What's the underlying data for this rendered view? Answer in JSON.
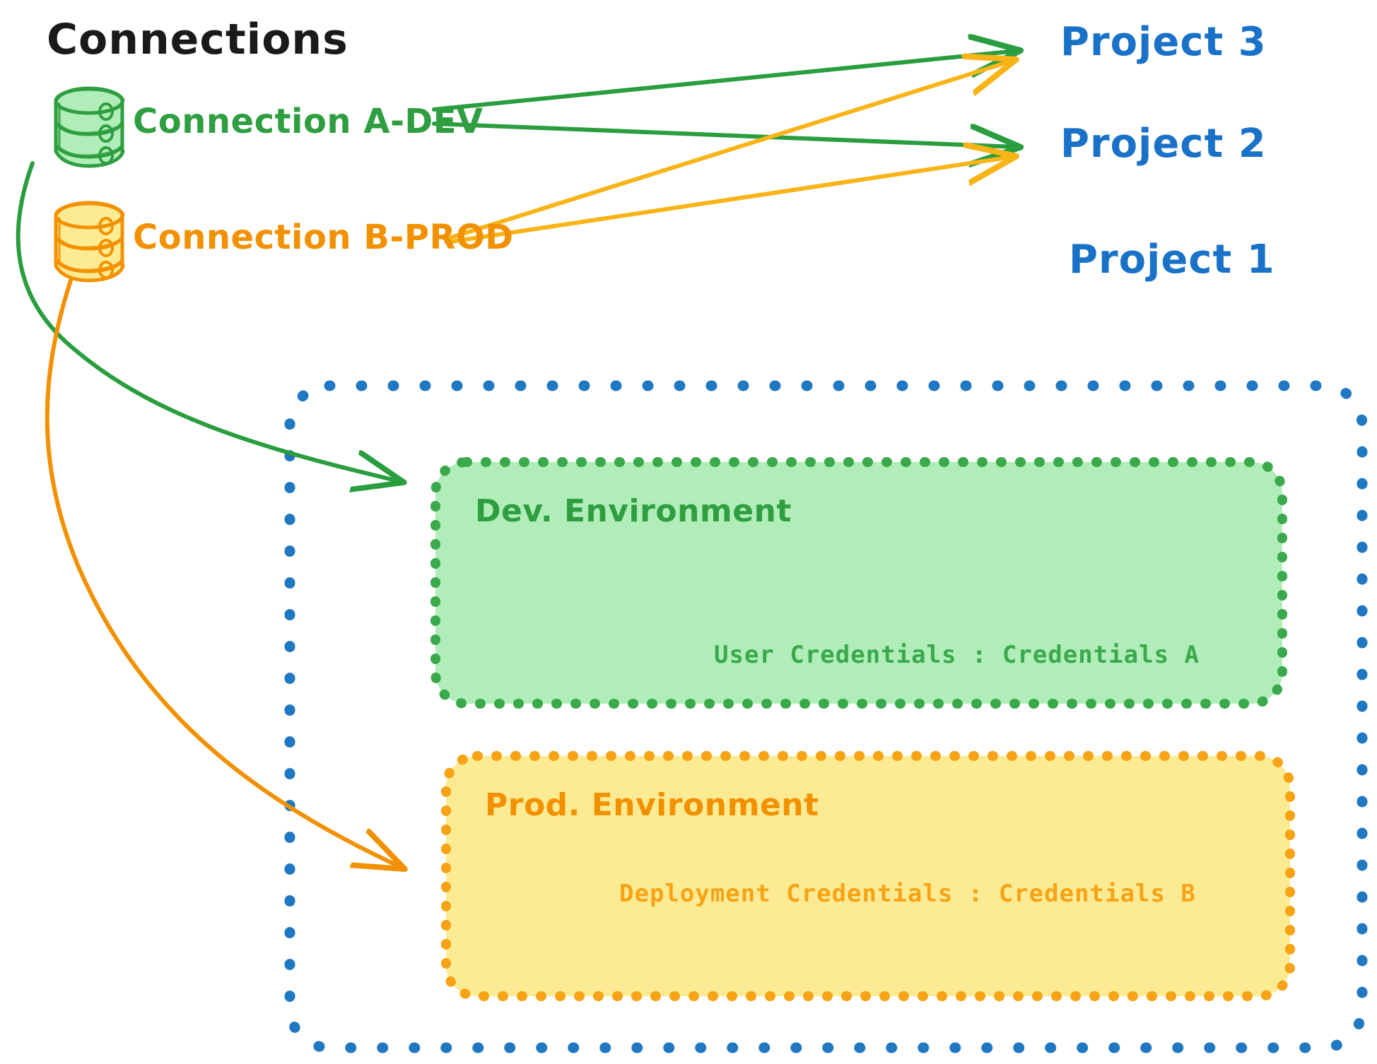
{
  "diagram": {
    "title": "Connections",
    "background": "#ffffff"
  },
  "colors": {
    "green_stroke": "#2f9e41",
    "green_fill": "#b0edb8",
    "green_dot": "#3aa94c",
    "orange_stroke": "#f29100",
    "orange_fill": "#fdeb94",
    "orange_dot": "#f7a315",
    "blue_text": "#1a72c8",
    "blue_dot": "#1f78c1",
    "black_text": "#1a1a1a",
    "arrow_green": "#2a9d3f",
    "arrow_orange": "#f9b418"
  },
  "connections": [
    {
      "id": "a-dev",
      "label": "Connection A-DEV",
      "color": "#2f9e41",
      "icon": "database-icon"
    },
    {
      "id": "b-prod",
      "label": "Connection B-PROD",
      "color": "#f29100",
      "icon": "database-icon"
    }
  ],
  "projects": [
    {
      "id": "project-3",
      "label": "Project 3"
    },
    {
      "id": "project-2",
      "label": "Project 2"
    },
    {
      "id": "project-1",
      "label": "Project 1"
    }
  ],
  "project_one": {
    "label": "Project 1",
    "environments": [
      {
        "id": "dev",
        "title": "Dev. Environment",
        "credentials_label": "User Credentials",
        "credentials_separator": ":",
        "credentials_value": "Credentials A",
        "credentials_full": "User Credentials : Credentials A",
        "color": "#2f9e41",
        "fill": "#b0edb8"
      },
      {
        "id": "prod",
        "title": "Prod. Environment",
        "credentials_label": "Deployment Credentials",
        "credentials_separator": ":",
        "credentials_value": "Credentials B",
        "credentials_full": "Deployment Credentials : Credentials B",
        "color": "#f29100",
        "fill": "#fdeb94"
      }
    ]
  },
  "edges": [
    {
      "from": "a-dev",
      "to": "project-3",
      "color": "#2a9d3f",
      "style": "straight-arrow"
    },
    {
      "from": "a-dev",
      "to": "project-2",
      "color": "#2a9d3f",
      "style": "straight-arrow"
    },
    {
      "from": "b-prod",
      "to": "project-3",
      "color": "#f9b418",
      "style": "straight-arrow"
    },
    {
      "from": "b-prod",
      "to": "project-2",
      "color": "#f9b418",
      "style": "straight-arrow"
    },
    {
      "from": "a-dev",
      "to": "dev",
      "color": "#2a9d3f",
      "style": "curved-arrow"
    },
    {
      "from": "b-prod",
      "to": "prod",
      "color": "#f29100",
      "style": "curved-arrow"
    }
  ]
}
